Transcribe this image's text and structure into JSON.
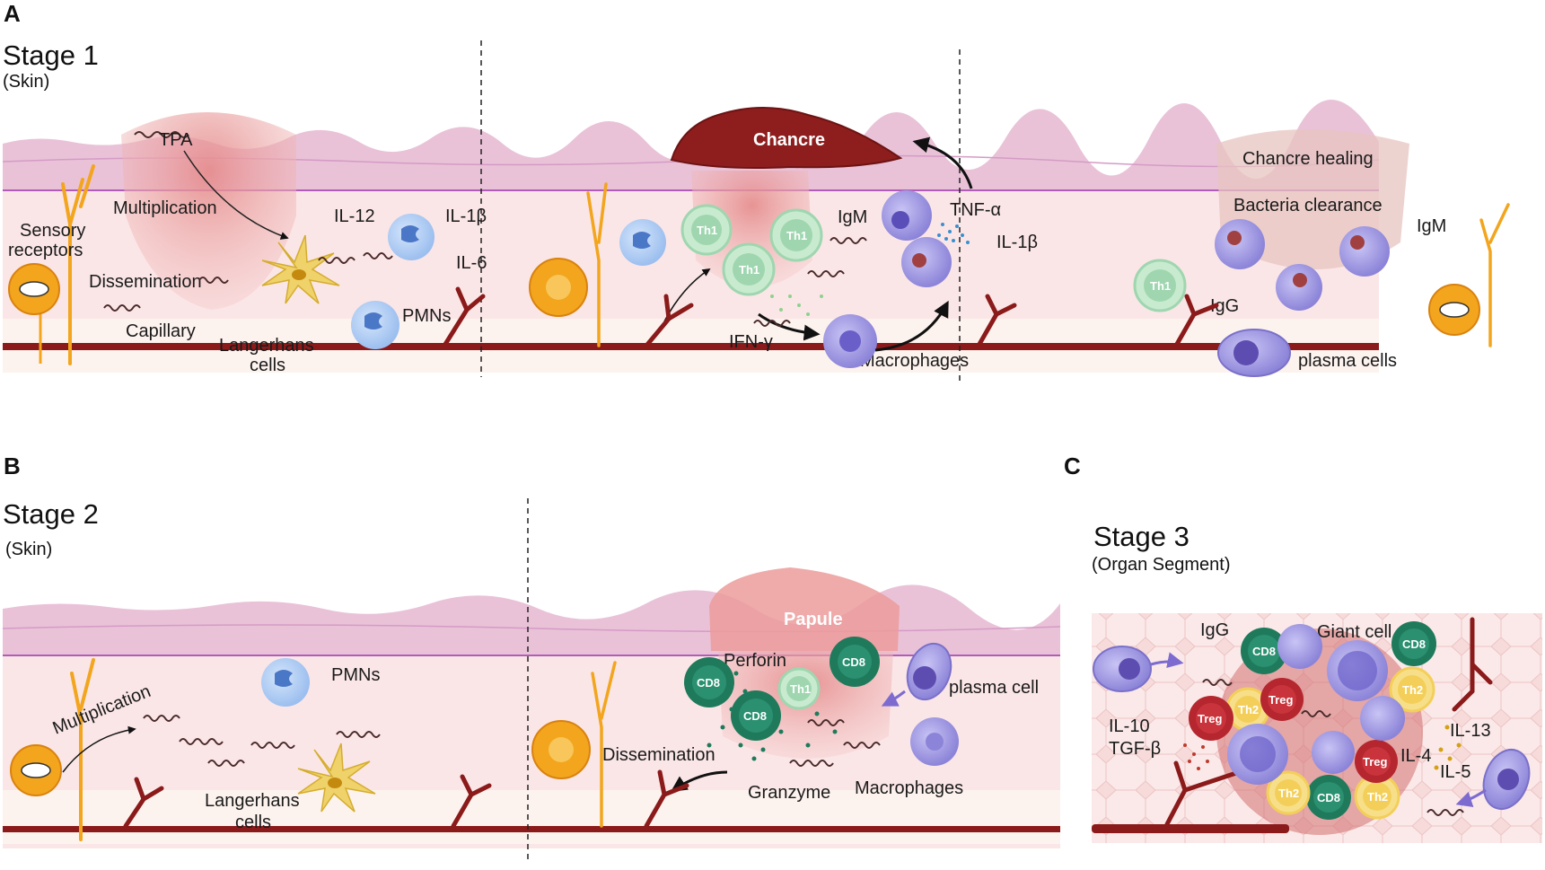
{
  "panels": {
    "a": {
      "letter": "A",
      "title": "Stage 1",
      "subtitle": "(Skin)",
      "labels": {
        "tpa": "TPA",
        "multiplication": "Multiplication",
        "sensory": "Sensory",
        "receptors": "receptors",
        "dissemination": "Dissemination",
        "capillary": "Capillary",
        "langerhans1": "Langerhans",
        "langerhans2": "cells",
        "il12": "IL-12",
        "il1b": "IL-1β",
        "il6": "IL-6",
        "pmns": "PMNs",
        "chancre": "Chancre",
        "th1": "Th1",
        "igm": "IgM",
        "tnfa": "TNF-α",
        "il1b_mid": "IL-1β",
        "ifng": "IFN-γ",
        "macrophages": "Macrophages",
        "chancre_healing": "Chancre healing",
        "bacteria_clearance": "Bacteria clearance",
        "igm_right": "IgM",
        "igg": "IgG",
        "plasma_cells": "plasma cells"
      }
    },
    "b": {
      "letter": "B",
      "title": "Stage 2",
      "subtitle": "(Skin)",
      "labels": {
        "multiplication": "Multiplication",
        "pmns": "PMNs",
        "langerhans1": "Langerhans",
        "langerhans2": "cells",
        "papule": "Papule",
        "perforin": "Perforin",
        "cd8": "CD8",
        "th1": "Th1",
        "plasma_cell": "plasma cell",
        "dissemination": "Dissemination",
        "granzyme": "Granzyme",
        "macrophages": "Macrophages"
      }
    },
    "c": {
      "letter": "C",
      "title": "Stage 3",
      "subtitle": "(Organ Segment)",
      "labels": {
        "igg": "IgG",
        "giant_cell": "Giant cell",
        "il10": "IL-10",
        "tgfb": "TGF-β",
        "il13": "IL-13",
        "il4": "IL-4",
        "il5": "IL-5",
        "cd8": "CD8",
        "th2": "Th2",
        "treg": "Treg"
      }
    }
  },
  "colors": {
    "skin_top": "#e8bfd6",
    "skin_line": "#b15cb8",
    "dermis": "#fbe6e7",
    "vessel": "#8b1a1a",
    "nerve": "#f2a51d",
    "th1": "#9fd6b0",
    "cd8": "#1f7a5c",
    "th2": "#f3cf5a",
    "treg": "#b5262e",
    "macrophage": "#9a93e0",
    "chancre": "#8e1e1e"
  }
}
